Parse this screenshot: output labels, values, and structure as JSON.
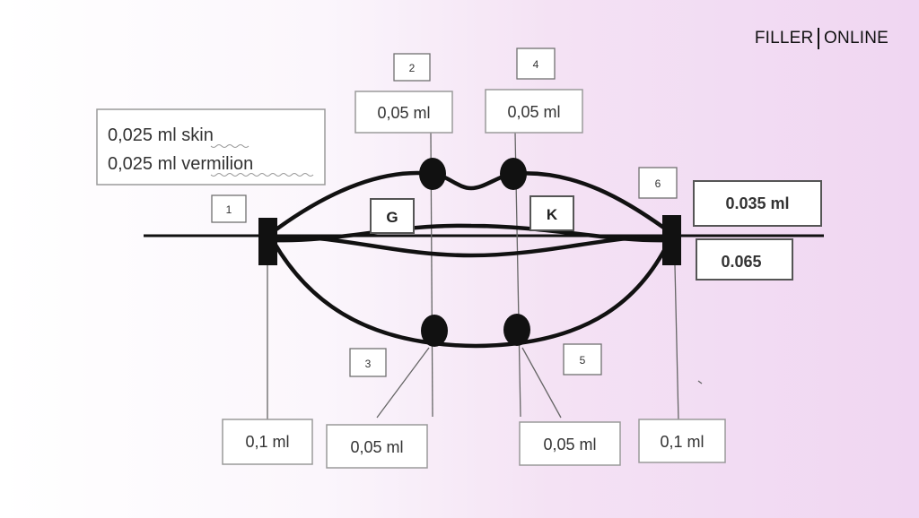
{
  "brand": {
    "left": "FILLER",
    "right": "ONLINE"
  },
  "markers": [
    "1",
    "2",
    "3",
    "4",
    "5",
    "6"
  ],
  "zones": [
    "G",
    "K"
  ],
  "volumes": {
    "skin_line": "0,025 ml skin",
    "vermilion_line": "0,025 ml vermilion",
    "top_left": "0,05 ml",
    "top_right": "0,05 ml",
    "right_upper": "0.035 ml",
    "right_lower": "0.065",
    "bottom_left_corner": "0,1 ml",
    "bottom_left_center": "0,05 ml",
    "bottom_right_center": "0,05 ml",
    "bottom_right_corner": "0,1 ml"
  },
  "skin_word": "skin",
  "vermilion_word": "vermilion",
  "colors": {
    "ink": "#111111",
    "text": "#333333",
    "background_right": "#f0d6f2"
  }
}
